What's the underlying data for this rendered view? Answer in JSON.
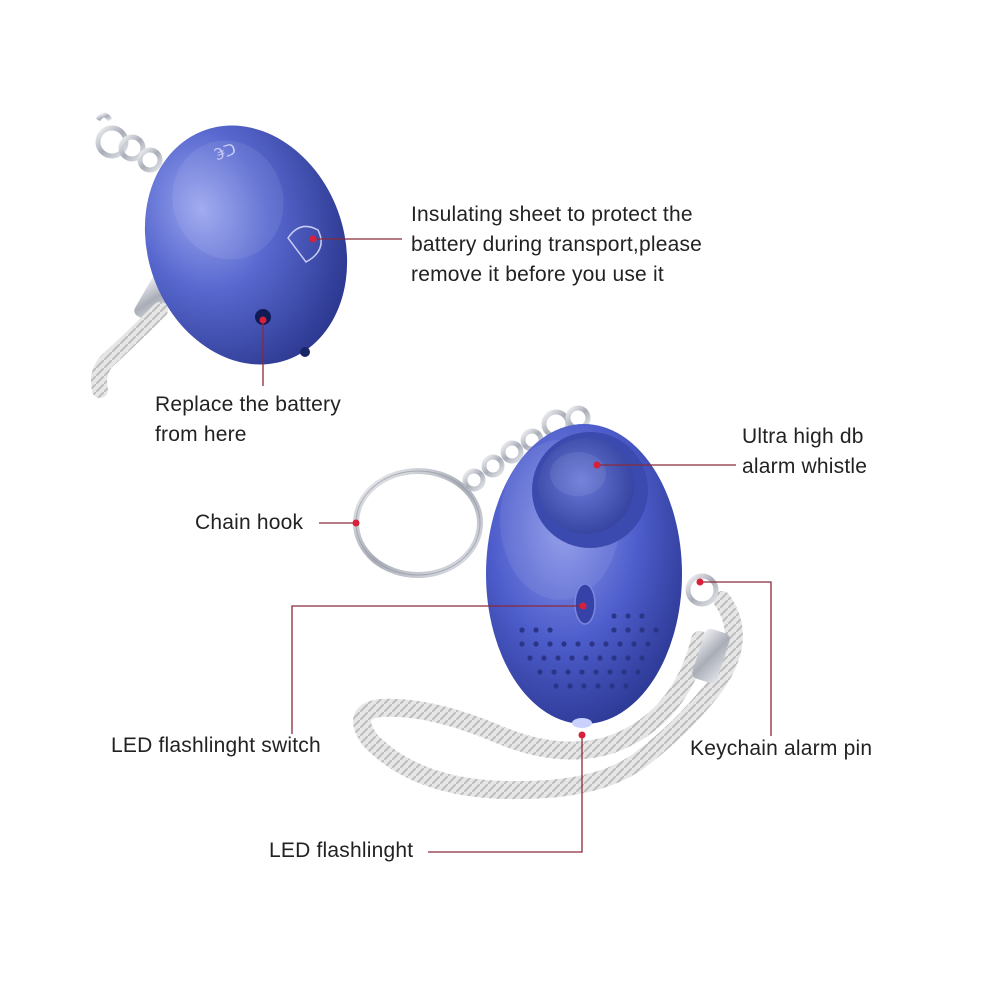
{
  "colors": {
    "device_body": "#4a5bc4",
    "device_highlight": "#8b96e6",
    "device_shadow": "#2c3890",
    "leader_line": "#8a2a3a",
    "marker_dot": "#d8203a",
    "lanyard": "#d9d9d9",
    "metal": "#b9bcc4",
    "text": "#222222"
  },
  "callouts": {
    "insulating_sheet": {
      "lines": [
        "Insulating sheet to protect the",
        "battery during transport,please",
        "remove it before you use it"
      ]
    },
    "replace_battery": {
      "lines": [
        "Replace the battery",
        "from here"
      ]
    },
    "alarm_whistle": {
      "lines": [
        "Ultra high db",
        "alarm whistle"
      ]
    },
    "chain_hook": {
      "text": "Chain hook"
    },
    "flashlight_switch": {
      "text": "LED flashlinght switch"
    },
    "alarm_pin": {
      "text": "Keychain alarm pin"
    },
    "flashlight": {
      "text": "LED flashlinght"
    }
  },
  "device_back_marking": "ᑕ€"
}
